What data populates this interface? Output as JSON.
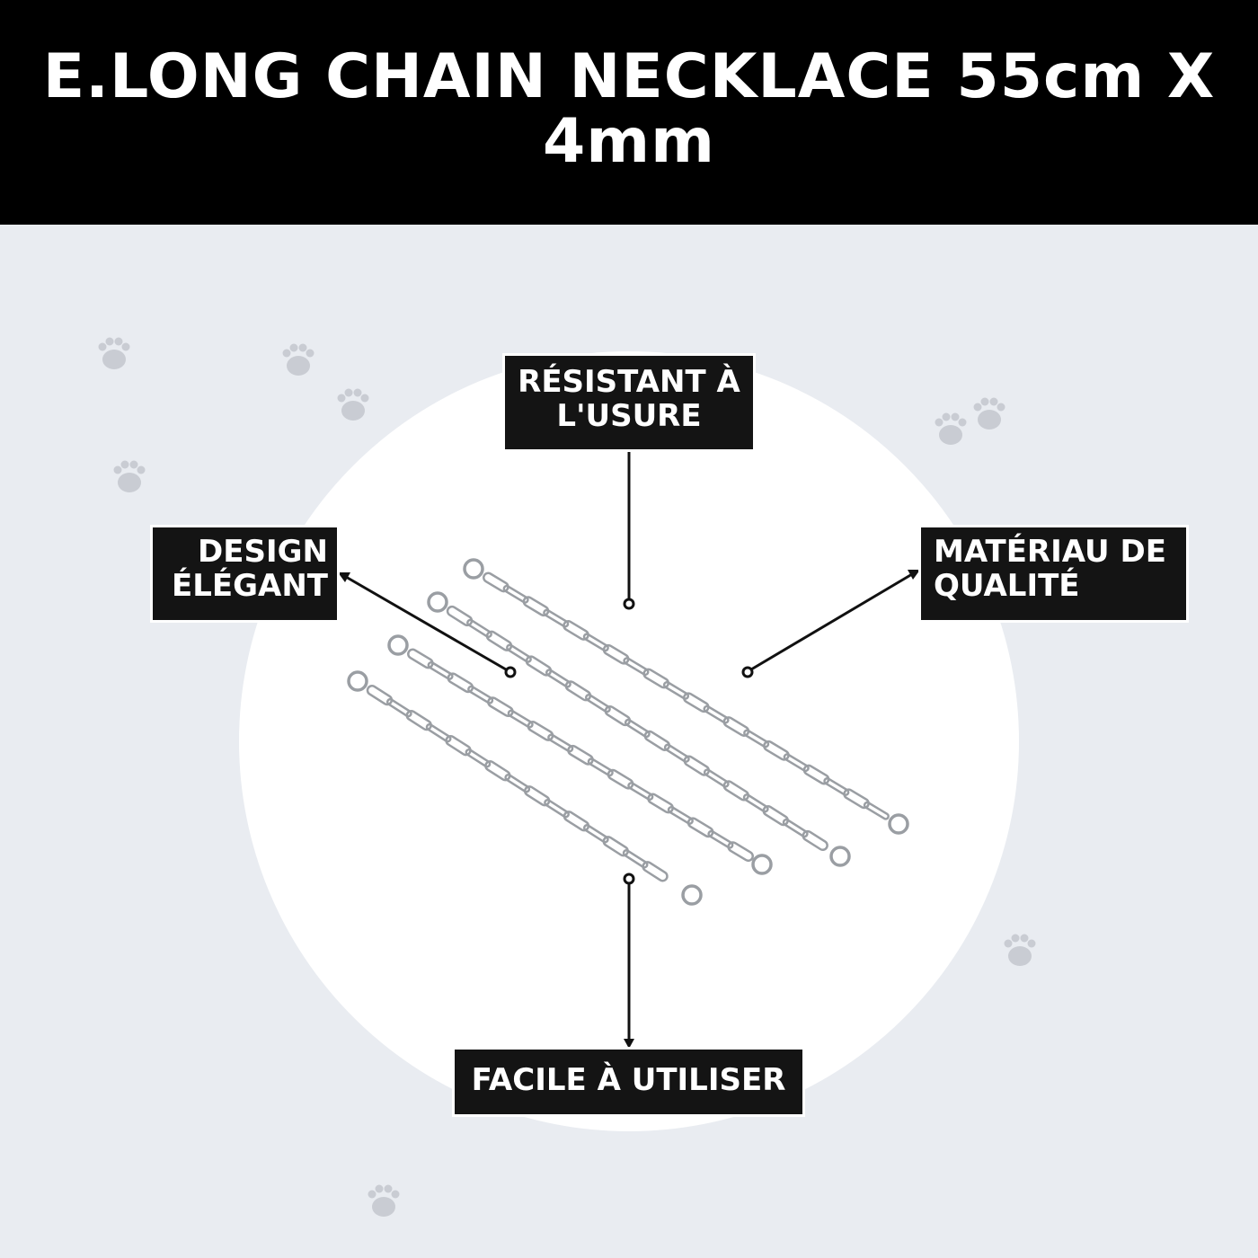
{
  "title": {
    "line1": "E.LONG CHAIN NECKLACE 55cm X",
    "line2": "4mm"
  },
  "labels": {
    "resistant": {
      "line1": "RÉSISTANT À",
      "line2": "L'USURE"
    },
    "design": {
      "line1": "DESIGN",
      "line2": "ÉLÉGANT"
    },
    "materiau": {
      "line1": "MATÉRIAU DE",
      "line2": "QUALITÉ"
    },
    "facile": "FACILE À UTILISER"
  },
  "colors": {
    "header": "#000000",
    "background": "#e9ecf1",
    "label_bg": "#141414",
    "chain": "#9a9ea3",
    "paw": "#c9ccd3"
  },
  "product": {
    "chain_count": 4
  }
}
